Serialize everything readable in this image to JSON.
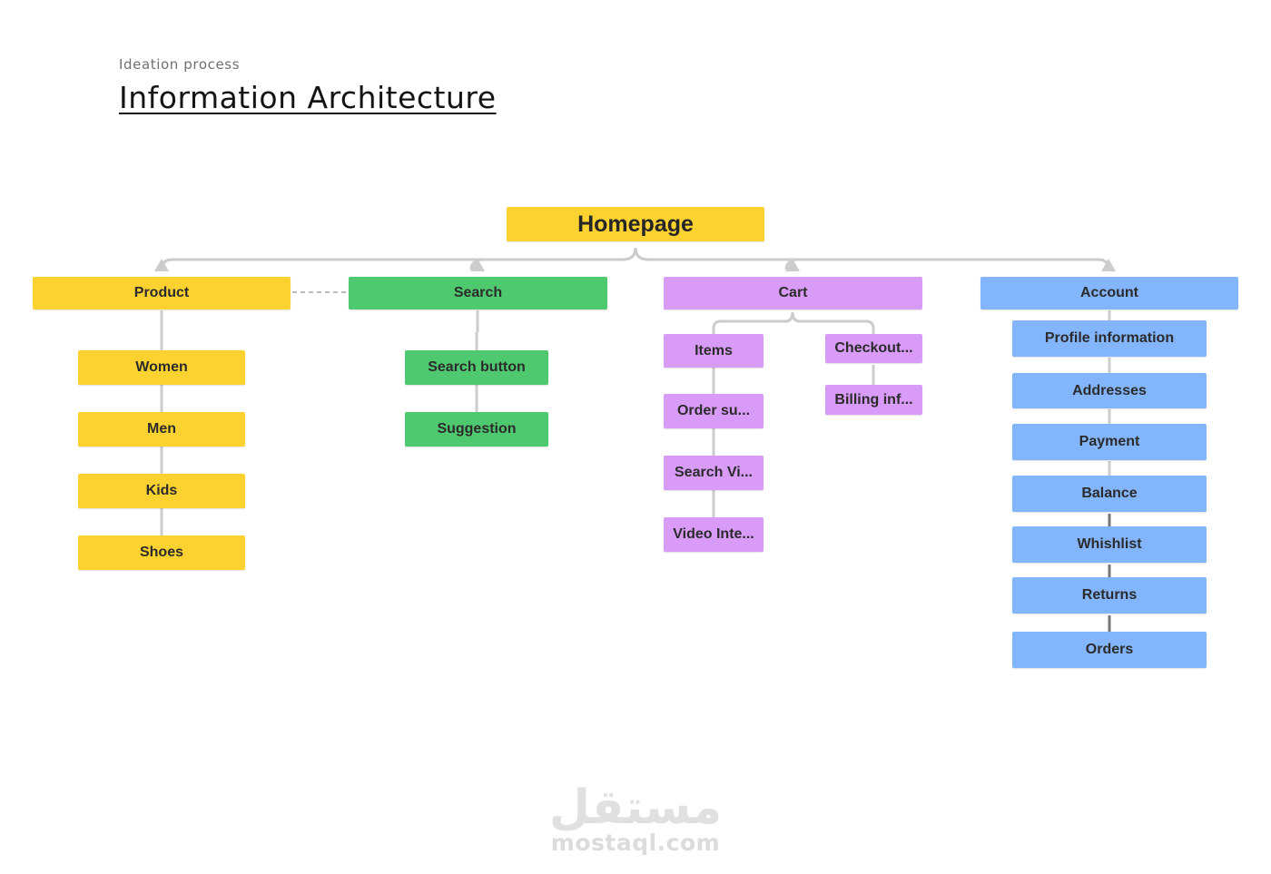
{
  "header": {
    "eyebrow": "Ideation process",
    "title": "Information Architecture"
  },
  "colors": {
    "yellow": "#fcd230",
    "green": "#4fc96f",
    "purple": "#d89bf7",
    "blue": "#82b5fb",
    "connector": "#cccccc"
  },
  "root": {
    "label": "Homepage"
  },
  "branches": {
    "product": {
      "label": "Product",
      "children": [
        "Women",
        "Men",
        "Kids",
        "Shoes"
      ]
    },
    "search": {
      "label": "Search",
      "children": [
        "Search button",
        "Suggestion"
      ]
    },
    "cart": {
      "label": "Cart",
      "left_children": [
        "Items",
        "Order su...",
        "Search Vi...",
        "Video Inte..."
      ],
      "right_children": [
        "Checkout...",
        "Billing inf..."
      ]
    },
    "account": {
      "label": "Account",
      "children": [
        "Profile information",
        "Addresses",
        "Payment",
        "Balance",
        "Whishlist",
        "Returns",
        "Orders"
      ]
    }
  },
  "watermark": {
    "arabic": "مستقل",
    "latin": "mostaql.com"
  }
}
